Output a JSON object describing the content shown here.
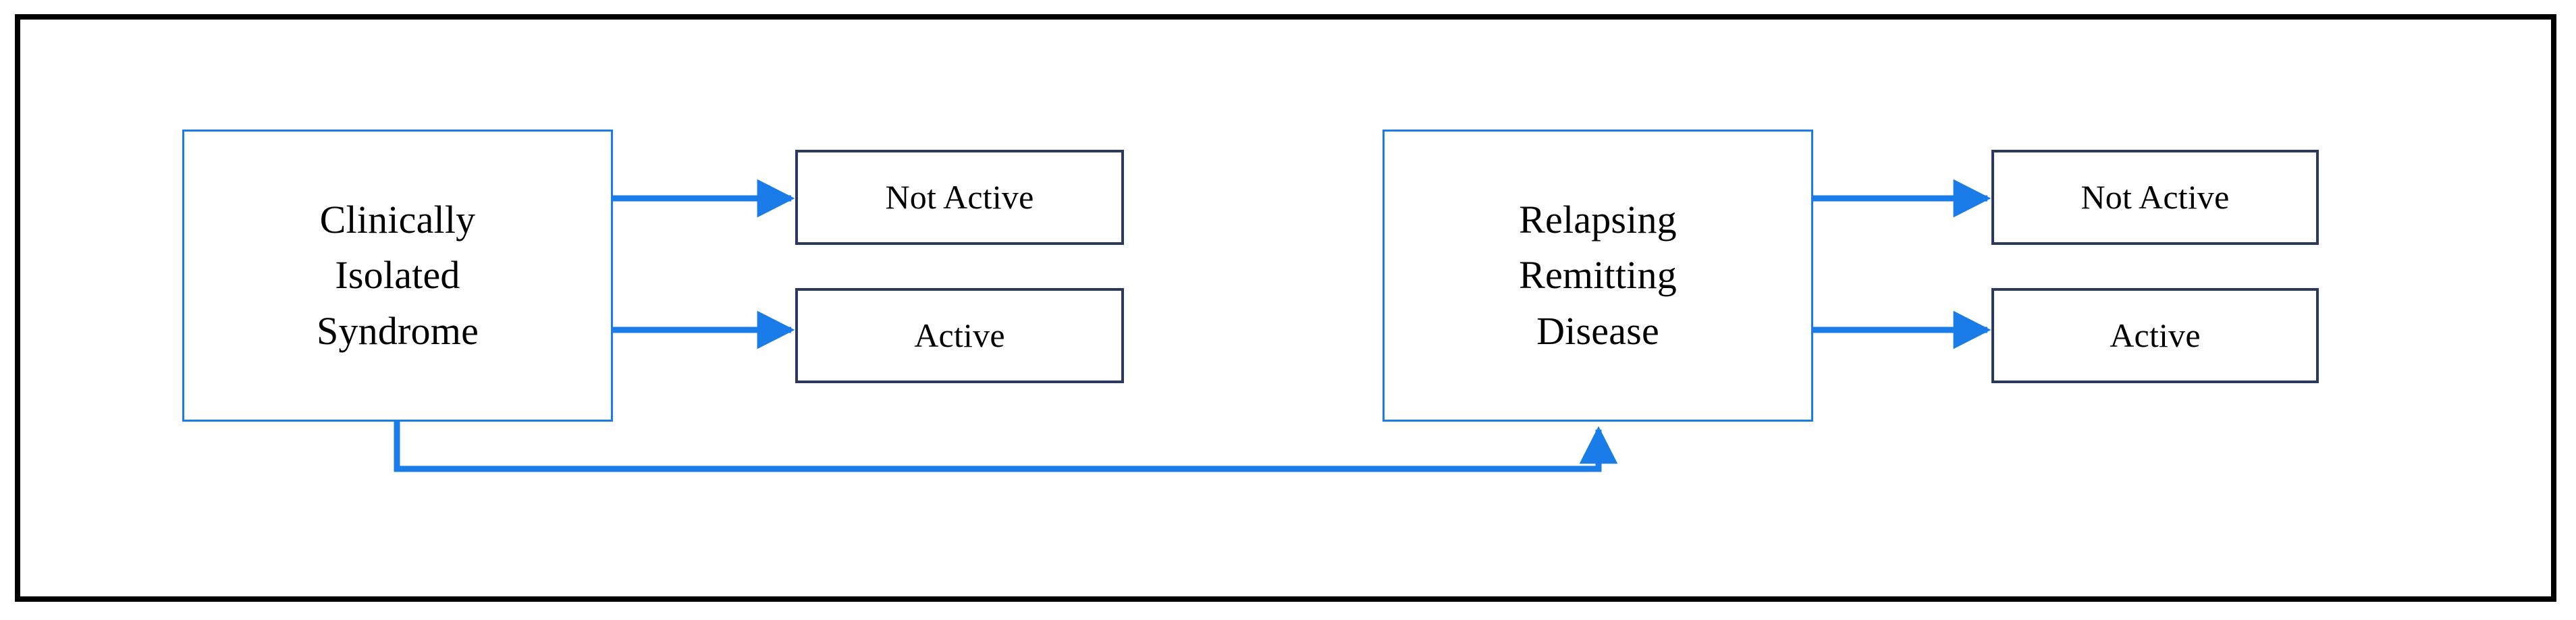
{
  "figure": {
    "type": "flow-diagram",
    "title": "",
    "frame": {
      "border_color": "#000000"
    },
    "colors": {
      "arrow": "#1A7CE8",
      "primary_box_border": "#1A7CE8",
      "secondary_box_border": "#2B3A5C",
      "background": "#FFFFFF",
      "text": "#000000"
    }
  },
  "nodes": {
    "cis": {
      "label": "Clinically\nIsolated\nSyndrome",
      "lines": [
        "Clinically",
        "Isolated",
        "Syndrome"
      ]
    },
    "cis_not_active": {
      "label": "Not Active"
    },
    "cis_active": {
      "label": "Active"
    },
    "rrd": {
      "label": "Relapsing\nRemitting\nDisease",
      "lines": [
        "Relapsing",
        "Remitting",
        "Disease"
      ]
    },
    "rrd_not_active": {
      "label": "Not Active"
    },
    "rrd_active": {
      "label": "Active"
    }
  },
  "edges": [
    {
      "id": "cis-to-not-active",
      "from": "cis",
      "to": "cis_not_active",
      "style": "straight-arrow",
      "direction": "right"
    },
    {
      "id": "cis-to-active",
      "from": "cis",
      "to": "cis_active",
      "style": "straight-arrow",
      "direction": "right"
    },
    {
      "id": "rrd-to-not-active",
      "from": "rrd",
      "to": "rrd_not_active",
      "style": "straight-arrow",
      "direction": "right"
    },
    {
      "id": "rrd-to-active",
      "from": "rrd",
      "to": "rrd_active",
      "style": "straight-arrow",
      "direction": "right"
    },
    {
      "id": "cis-to-rrd-feedback",
      "from": "cis",
      "to": "rrd",
      "style": "elbow-arrow",
      "direction": "up"
    }
  ]
}
